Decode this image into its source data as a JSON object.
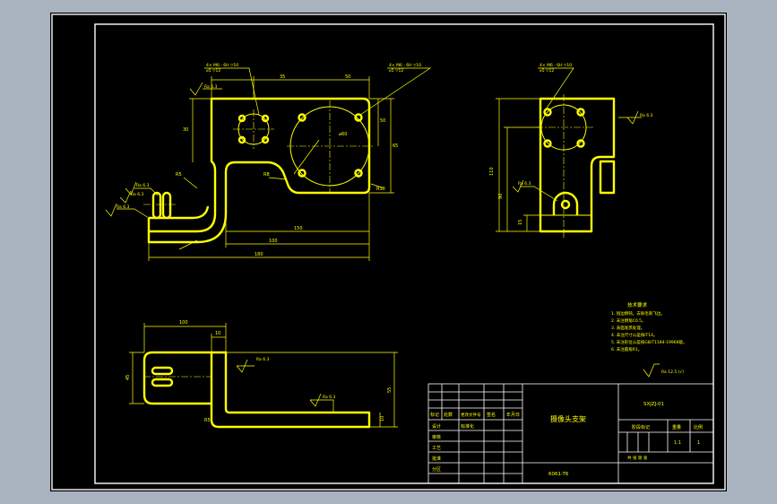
{
  "colors": {
    "background": "#a9b3c0",
    "sheet": "#000000",
    "lines": "#ffff00",
    "frame": "#ffffff"
  },
  "front_view": {
    "hole_callout_left": "4× M6 - 6H ▽10",
    "hole_callout_left_2": "⌀5 ▽12",
    "hole_callout_right": "4× M6 - 6H ▽10",
    "hole_callout_right_2": "⌀5 ▽12",
    "roughness_top": "Ra 6.3",
    "roughness_left_1": "Ra 6.3",
    "roughness_left_2": "Ra 6.3",
    "roughness_left_3": "Ra 6.3",
    "dim_top_left": "35",
    "dim_top_right": "50",
    "dim_left_height": "30",
    "dim_right_height_1": "50",
    "dim_right_height_2": "65",
    "dim_circle": "⌀60",
    "dim_radius": "R8",
    "dim_radius_2": "R5",
    "dim_radius_3": "R10",
    "dim_bottom_1": "150",
    "dim_bottom_2": "100",
    "dim_bottom_total": "180"
  },
  "side_view": {
    "hole_callout": "4× M6 - 6H ▽10",
    "hole_callout_2": "⌀5 ▽12",
    "roughness": "Ra 6.3",
    "roughness_2": "Ra 6.3",
    "dim_height": "110",
    "dim_height_2": "90",
    "dim_base": "15"
  },
  "bottom_view": {
    "dim_top": "100",
    "dim_top_2": "10",
    "dim_left": "45",
    "dim_right": "55",
    "dim_right_small": "10",
    "dim_radius": "R5",
    "roughness_1": "Ra 6.3",
    "roughness_2": "Ra 6.3"
  },
  "tech_notes": {
    "title": "技术要求",
    "lines": [
      "1. 锐边倒钝，去除毛刺飞边。",
      "2. 未注倒角C0.5。",
      "3. 表面发黑处理。",
      "4. 未注尺寸公差按IT14。",
      "5. 未注形位公差按GB/T1184-1996K级。",
      "6. 未注圆角R1。"
    ],
    "roughness_general": "Ra 12.5 (√)"
  },
  "title_block": {
    "drawing_name": "摄像头支架",
    "drawing_code": "SXJZJ-01",
    "material": "6061-T6",
    "label_mark": "标记",
    "label_count": "处数",
    "label_zone": "分区",
    "label_change": "更改文件号",
    "label_sign": "签名",
    "label_date": "年月日",
    "label_design": "设计",
    "label_check": "审核",
    "label_process": "工艺",
    "label_approve": "批准",
    "label_std": "标准化",
    "label_stage": "阶段标记",
    "label_weight": "重量",
    "label_scale": "比例",
    "scale_value": "1:1",
    "label_sheet": "共  张  第  张",
    "sheet_value": "1"
  }
}
